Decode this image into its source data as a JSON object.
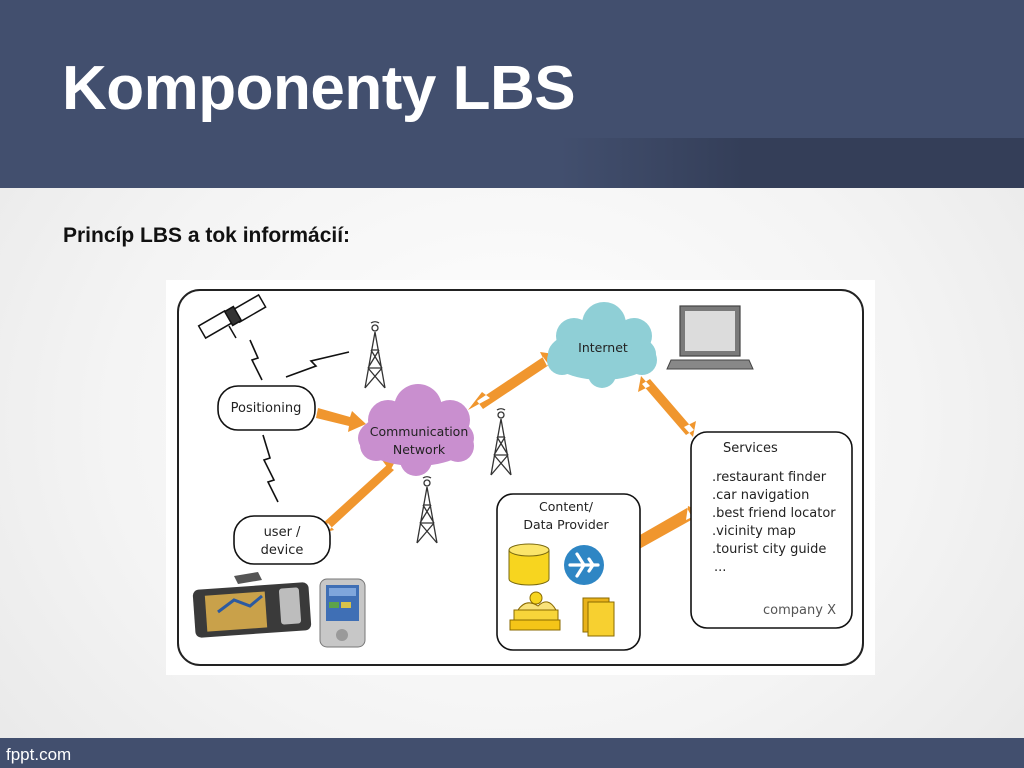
{
  "slide": {
    "title": "Komponenty LBS",
    "subtitle": "Princíp LBS a tok informácií:",
    "footer": "fppt.com"
  },
  "diagram": {
    "nodes": {
      "positioning": "Positioning",
      "user_device_line1": "user /",
      "user_device_line2": "device",
      "network_line1": "Communication",
      "network_line2": "Network",
      "internet": "Internet",
      "content_line1": "Content/",
      "content_line2": "Data Provider"
    },
    "services": {
      "title": "Services",
      "items": [
        ".restaurant finder",
        ".car navigation",
        ".best friend locator",
        ".vicinity map",
        ".tourist city guide",
        "..."
      ],
      "owner": "company X"
    },
    "icons": [
      "satellite-icon",
      "cell-tower-icon",
      "laptop-icon",
      "database-icon",
      "airplane-icon",
      "books-icon",
      "documents-icon",
      "gps-navigator-icon",
      "pda-icon"
    ],
    "colors": {
      "arrow": "#f0962e",
      "network_cloud": "#c98fcf",
      "internet_cloud": "#8fcfd6",
      "database": "#f7d51f",
      "airplane": "#2e86c4"
    }
  }
}
